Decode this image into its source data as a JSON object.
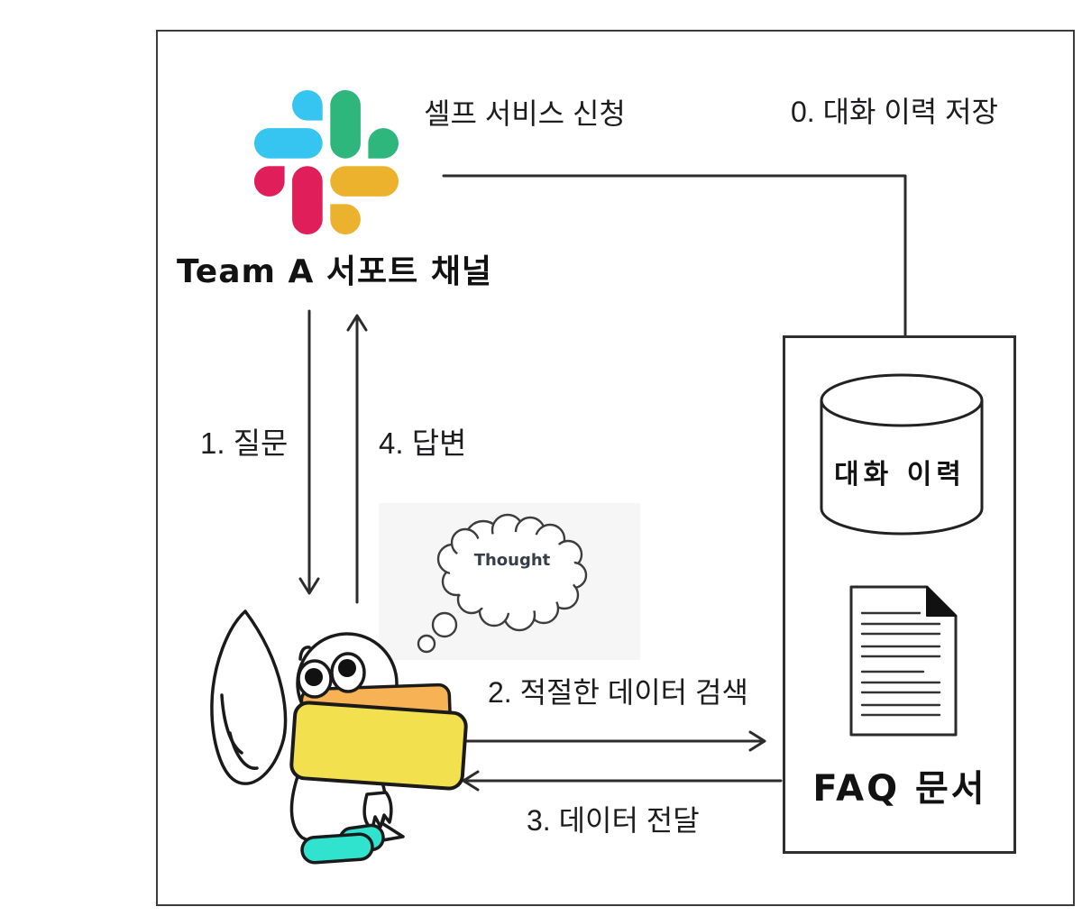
{
  "slack": {
    "channel_label": "Team A 서포트 채널",
    "logo_colors": {
      "blue": "#36C5F0",
      "green": "#2EB67D",
      "pink": "#E01E5A",
      "yellow": "#ECB22E"
    }
  },
  "flow_labels": {
    "self_service": "셀프 서비스 신청",
    "step0": "0. 대화 이력 저장",
    "step1": "1. 질문",
    "step4": "4. 답변",
    "step2": "2. 적절한 데이터 검색",
    "step3": "3. 데이터 전달"
  },
  "agent": {
    "thought_label": "Thought",
    "folder_front_color": "#F2E04E",
    "folder_back_color": "#F6B254",
    "feet_color": "#2FE3CE",
    "outline_color": "#1a1a1a"
  },
  "knowledge_box": {
    "db_label": "대화 이력",
    "faq_label": "FAQ 문서"
  },
  "line_color": "#2c2c2c"
}
